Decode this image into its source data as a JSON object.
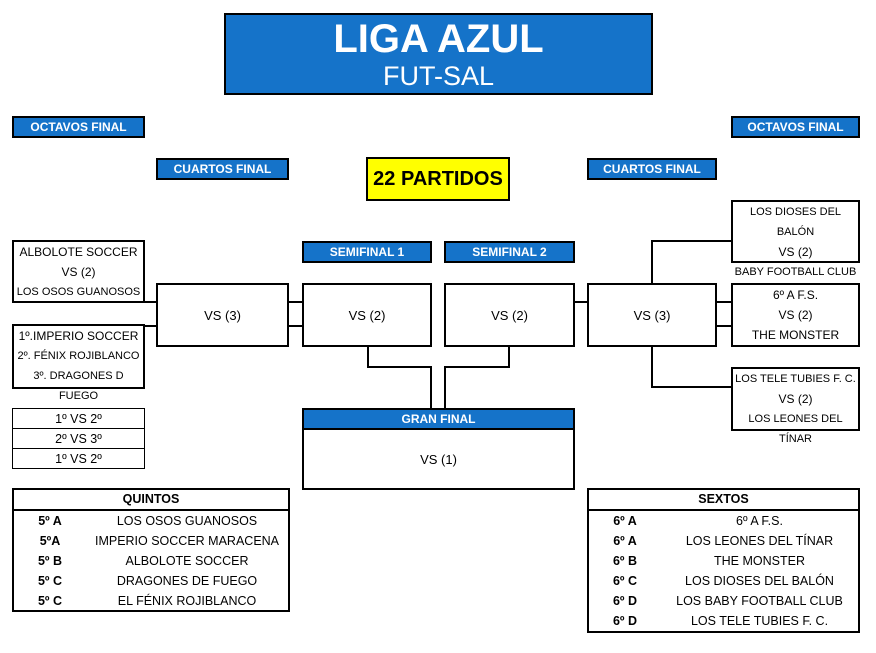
{
  "title": {
    "main": "LIGA AZUL",
    "sub": "FUT-SAL"
  },
  "labels": {
    "octavos_left": "OCTAVOS FINAL",
    "octavos_right": "OCTAVOS FINAL",
    "cuartos_left": "CUARTOS FINAL",
    "cuartos_right": "CUARTOS FINAL",
    "partidos": "22 PARTIDOS",
    "semifinal1": "SEMIFINAL 1",
    "semifinal2": "SEMIFINAL 2",
    "gran_final": "GRAN FINAL"
  },
  "left_match1": [
    "ALBOLOTE SOCCER",
    "VS (2)",
    "LOS OSOS GUANOSOS"
  ],
  "left_match2": [
    "1º.IMPERIO SOCCER",
    "2º. FÉNIX ROJIBLANCO",
    "3º. DRAGONES D FUEGO"
  ],
  "left_schedule": [
    "1º VS 2º",
    "2º VS 3º",
    "1º VS 2º"
  ],
  "right_match1": [
    "LOS DIOSES DEL BALÓN",
    "VS (2)",
    "BABY FOOTBALL CLUB"
  ],
  "right_match2": [
    "6º A F.S.",
    "VS (2)",
    "THE MONSTER"
  ],
  "right_match3": [
    "LOS TELE TUBIES F. C.",
    "VS (2)",
    "LOS LEONES DEL TÍNAR"
  ],
  "vs_boxes": {
    "cuartos_left": "VS (3)",
    "semi1": "VS (2)",
    "semi2": "VS (2)",
    "cuartos_right": "VS (3)",
    "final": "VS (1)"
  },
  "quintos": {
    "title": "QUINTOS",
    "rows": [
      [
        "5º A",
        "LOS OSOS GUANOSOS"
      ],
      [
        "5ºA",
        "IMPERIO SOCCER MARACENA"
      ],
      [
        "5º B",
        "ALBOLOTE SOCCER"
      ],
      [
        "5º C",
        "DRAGONES DE FUEGO"
      ],
      [
        "5º C",
        "EL FÉNIX ROJIBLANCO"
      ]
    ]
  },
  "sextos": {
    "title": "SEXTOS",
    "rows": [
      [
        "6º A",
        "6º A F.S."
      ],
      [
        "6º A",
        "LOS LEONES DEL TÍNAR"
      ],
      [
        "6º B",
        "THE MONSTER"
      ],
      [
        "6º C",
        "LOS DIOSES DEL BALÓN"
      ],
      [
        "6º D",
        "LOS BABY FOOTBALL CLUB"
      ],
      [
        "6º D",
        "LOS TELE TUBIES F. C."
      ]
    ]
  },
  "colors": {
    "accent_blue": "#1573c9",
    "highlight_yellow": "#ffff00"
  }
}
